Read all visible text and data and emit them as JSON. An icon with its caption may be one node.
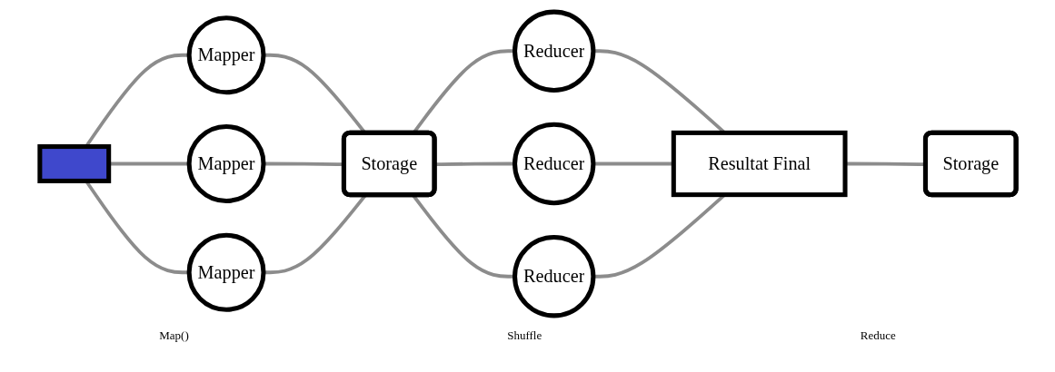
{
  "diagram": {
    "nodes": [
      {
        "text": [],
        "shape": "box"
      },
      {
        "text": [
          "Mapper"
        ]
      },
      {
        "text": [
          "Mapper"
        ]
      },
      {
        "text": [
          "Mapper"
        ]
      },
      {
        "text": [
          "Storage"
        ]
      },
      {
        "text": [
          "Reducer"
        ]
      },
      {
        "text": [
          "Reducer"
        ]
      },
      {
        "text": [
          "Reducer"
        ]
      },
      {
        "text": [
          "Resultat Final"
        ]
      },
      {
        "text": [
          "Storage"
        ]
      }
    ],
    "edges": [
      {
        "from": 0,
        "to": 1,
        "arrow": "none"
      },
      {
        "from": 0,
        "to": 2,
        "arrow": "none"
      },
      {
        "from": 0,
        "to": 3,
        "arrow": "none"
      },
      {
        "from": 1,
        "to": 4,
        "arrow": "none"
      },
      {
        "from": 2,
        "to": 4,
        "arrow": "none"
      },
      {
        "from": 3,
        "to": 4,
        "arrow": "none"
      },
      {
        "from": 4,
        "to": 5,
        "arrow": "none"
      },
      {
        "from": 4,
        "to": 6,
        "arrow": "none"
      },
      {
        "from": 4,
        "to": 7,
        "arrow": "none"
      },
      {
        "from": 5,
        "to": 8,
        "arrow": "none"
      },
      {
        "from": 6,
        "to": 8,
        "arrow": "none"
      },
      {
        "from": 7,
        "to": 8,
        "arrow": "none"
      },
      {
        "from": 8,
        "to": 9,
        "arrow": "none"
      }
    ],
    "labels": [
      "Map()",
      "Shuffle",
      "Reduce"
    ]
  }
}
